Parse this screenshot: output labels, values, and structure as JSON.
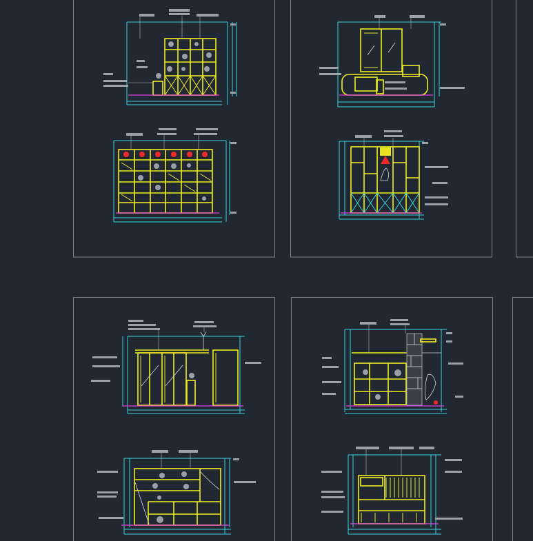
{
  "drawing": {
    "sheets": [
      "sheet-1",
      "sheet-2",
      "sheet-3",
      "sheet-4",
      "sheet-5",
      "sheet-6"
    ],
    "elevation_count": 8
  },
  "colors": {
    "background": "#222831",
    "sheet_border": "#7d828a",
    "dimension_lines": "#35d6e0",
    "cabinet_outline": "#f0ef1e",
    "floor_line": "#e040e0",
    "accent_red": "#f02a2a",
    "label_blocks": "#9ca1a8"
  }
}
